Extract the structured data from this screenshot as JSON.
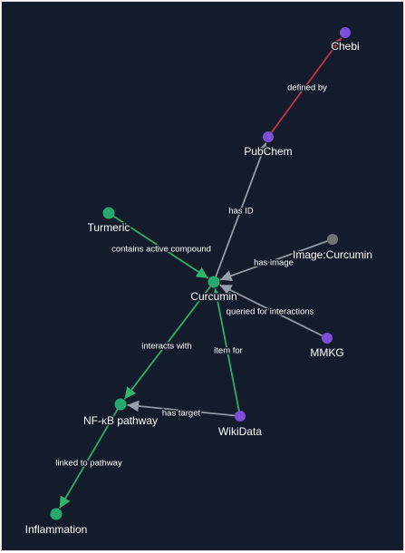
{
  "colors": {
    "background": "#141b2b",
    "node_compound": "#25a96f",
    "node_source": "#7b4fd6",
    "node_image": "#6f737b",
    "edge_green": "#30b56d",
    "edge_gray": "#9aa0aa",
    "edge_red": "#c7394c"
  },
  "graph": {
    "nodes": [
      {
        "id": "chebi",
        "label": "Chebi",
        "kind": "source"
      },
      {
        "id": "pubchem",
        "label": "PubChem",
        "kind": "source"
      },
      {
        "id": "turmeric",
        "label": "Turmeric",
        "kind": "compound"
      },
      {
        "id": "image_curcumin",
        "label": "Image:Curcumin",
        "kind": "image"
      },
      {
        "id": "curcumin",
        "label": "Curcumin",
        "kind": "compound"
      },
      {
        "id": "mmkg",
        "label": "MMKG",
        "kind": "source"
      },
      {
        "id": "nfkb",
        "label": "NF-κB pathway",
        "kind": "compound"
      },
      {
        "id": "wikidata",
        "label": "WikiData",
        "kind": "source"
      },
      {
        "id": "inflammation",
        "label": "Inflammation",
        "kind": "compound"
      }
    ],
    "edges": [
      {
        "from": "pubchem",
        "to": "chebi",
        "label": "defined by",
        "color": "red"
      },
      {
        "from": "curcumin",
        "to": "pubchem",
        "label": "has ID",
        "color": "gray"
      },
      {
        "from": "turmeric",
        "to": "curcumin",
        "label": "contains active compound",
        "color": "green"
      },
      {
        "from": "image_curcumin",
        "to": "curcumin",
        "label": "has image",
        "color": "gray"
      },
      {
        "from": "mmkg",
        "to": "curcumin",
        "label": "queried for interactions",
        "color": "gray"
      },
      {
        "from": "curcumin",
        "to": "nfkb",
        "label": "interacts with",
        "color": "green"
      },
      {
        "from": "wikidata",
        "to": "curcumin",
        "label": "item for",
        "color": "green"
      },
      {
        "from": "wikidata",
        "to": "nfkb",
        "label": "has target",
        "color": "gray"
      },
      {
        "from": "nfkb",
        "to": "inflammation",
        "label": "linked to pathway",
        "color": "green"
      }
    ]
  }
}
